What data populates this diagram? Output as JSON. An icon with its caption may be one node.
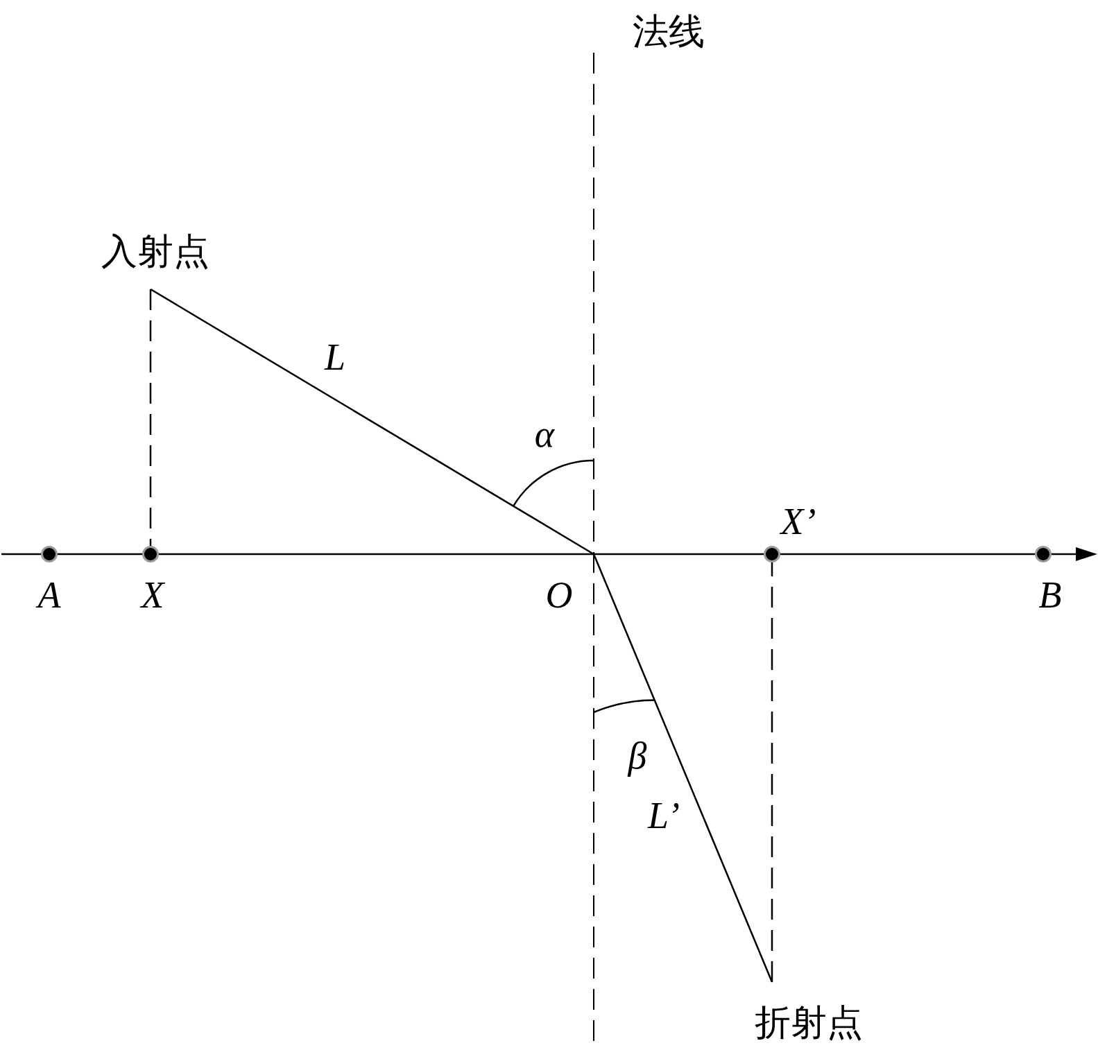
{
  "diagram": {
    "nodes": [
      {
        "text": [
          "入射点"
        ]
      },
      {
        "text": [],
        "shape": "circle",
        "beside": [
          "A"
        ]
      },
      {
        "text": [],
        "shape": "circle",
        "beside": [
          "X"
        ]
      },
      {
        "text": [],
        "shape": "point",
        "beside": [
          "O"
        ]
      },
      {
        "text": [],
        "shape": "circle",
        "beside": [
          "X’"
        ]
      },
      {
        "text": [],
        "shape": "circle",
        "beside": [
          "B"
        ]
      },
      {
        "text": [
          "折射点"
        ]
      }
    ],
    "edges": [
      {
        "from": 0,
        "to": 3,
        "arrow": "none",
        "label": "L"
      },
      {
        "from": 3,
        "to": 6,
        "arrow": "none",
        "label": "L’"
      },
      {
        "from": 0,
        "to": 2,
        "arrow": "none",
        "style": "dashed"
      },
      {
        "from": 6,
        "to": 4,
        "arrow": "none",
        "style": "dashed"
      }
    ],
    "labels": [
      "法线",
      "α",
      "β"
    ]
  }
}
